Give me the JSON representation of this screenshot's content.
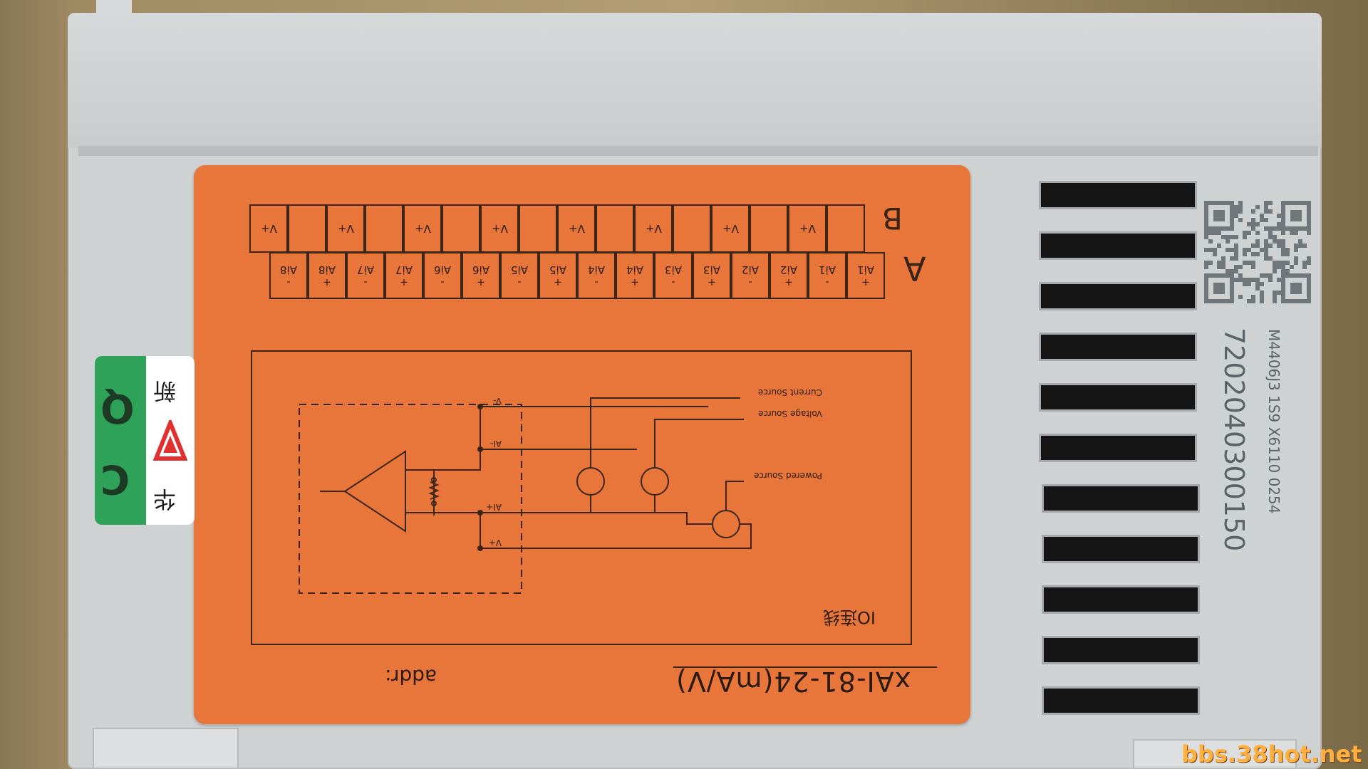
{
  "label": {
    "model": "xAI-81-24(mA/V)",
    "addr": "addr:",
    "io_label": "IO连线",
    "row_b_letter": "B",
    "row_a_letter": "A",
    "row_b": [
      "V+",
      "",
      "V+",
      "",
      "V+",
      "",
      "V+",
      "",
      "V+",
      "",
      "V+",
      "",
      "V+",
      "",
      "V+",
      ""
    ],
    "row_a": [
      {
        "sign": "-",
        "name": "Ai8"
      },
      {
        "sign": "+",
        "name": "Ai8"
      },
      {
        "sign": "-",
        "name": "Ai7"
      },
      {
        "sign": "+",
        "name": "Ai7"
      },
      {
        "sign": "-",
        "name": "Ai6"
      },
      {
        "sign": "+",
        "name": "Ai6"
      },
      {
        "sign": "-",
        "name": "Ai5"
      },
      {
        "sign": "+",
        "name": "Ai5"
      },
      {
        "sign": "-",
        "name": "Ai4"
      },
      {
        "sign": "+",
        "name": "Ai4"
      },
      {
        "sign": "-",
        "name": "Ai3"
      },
      {
        "sign": "+",
        "name": "Ai3"
      },
      {
        "sign": "-",
        "name": "Ai2"
      },
      {
        "sign": "+",
        "name": "Ai2"
      },
      {
        "sign": "-",
        "name": "Ai1"
      },
      {
        "sign": "+",
        "name": "Ai1"
      }
    ],
    "diagram": {
      "current_source": "Current Source",
      "voltage_source": "Voltage Source",
      "powered_source": "Powered Source",
      "v_minus": "V-",
      "ai_minus": "AI-",
      "ai_plus": "AI+",
      "v_plus": "V+"
    }
  },
  "qc_sticker": {
    "q": "Q",
    "c": "C",
    "top_char": "新",
    "bottom_char": "华"
  },
  "device": {
    "serial": "7202040300150",
    "model_code": "M4406J3 1S9 X6110 0254"
  },
  "watermark": "bbs.38hot.net",
  "colors": {
    "label_orange": "#e8763a",
    "module_grey": "#cfd2d3",
    "qc_green": "#2fa25a"
  }
}
